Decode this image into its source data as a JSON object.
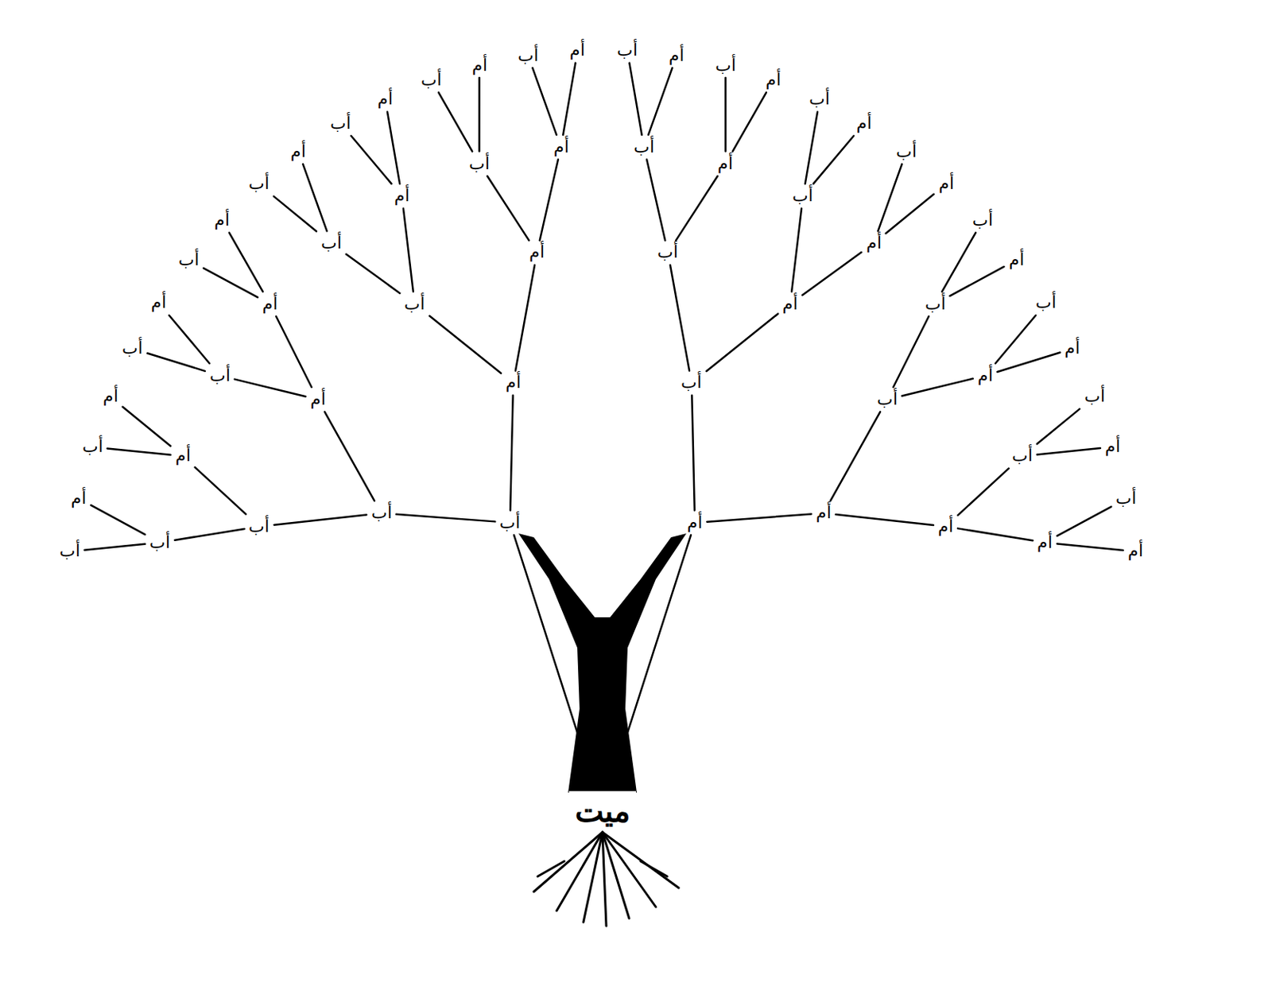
{
  "diagram": {
    "nodes": [
      {
        "text": [
          "ميت"
        ]
      },
      {
        "text": [
          "أب"
        ]
      },
      {
        "text": [
          "أم"
        ]
      },
      {
        "text": [
          "أب"
        ]
      },
      {
        "text": [
          "أم"
        ]
      },
      {
        "text": [
          "أب"
        ]
      },
      {
        "text": [
          "أم"
        ]
      },
      {
        "text": [
          "أب"
        ]
      },
      {
        "text": [
          "أم"
        ]
      },
      {
        "text": [
          "أب"
        ]
      },
      {
        "text": [
          "أم"
        ]
      },
      {
        "text": [
          "أب"
        ]
      },
      {
        "text": [
          "أم"
        ]
      },
      {
        "text": [
          "أب"
        ]
      },
      {
        "text": [
          "أم"
        ]
      },
      {
        "text": [
          "أب"
        ]
      },
      {
        "text": [
          "أم"
        ]
      },
      {
        "text": [
          "أب"
        ]
      },
      {
        "text": [
          "أم"
        ]
      },
      {
        "text": [
          "أب"
        ]
      },
      {
        "text": [
          "أم"
        ]
      },
      {
        "text": [
          "أب"
        ]
      },
      {
        "text": [
          "أم"
        ]
      },
      {
        "text": [
          "أب"
        ]
      },
      {
        "text": [
          "أم"
        ]
      },
      {
        "text": [
          "أب"
        ]
      },
      {
        "text": [
          "أم"
        ]
      },
      {
        "text": [
          "أب"
        ]
      },
      {
        "text": [
          "أم"
        ]
      },
      {
        "text": [
          "أب"
        ]
      },
      {
        "text": [
          "أم"
        ]
      },
      {
        "text": [
          "أب"
        ]
      },
      {
        "text": [
          "أم"
        ]
      },
      {
        "text": [
          "أب"
        ]
      },
      {
        "text": [
          "أم"
        ]
      },
      {
        "text": [
          "أب"
        ]
      },
      {
        "text": [
          "أم"
        ]
      },
      {
        "text": [
          "أب"
        ]
      },
      {
        "text": [
          "أم"
        ]
      },
      {
        "text": [
          "أب"
        ]
      },
      {
        "text": [
          "أم"
        ]
      },
      {
        "text": [
          "أب"
        ]
      },
      {
        "text": [
          "أم"
        ]
      },
      {
        "text": [
          "أب"
        ]
      },
      {
        "text": [
          "أم"
        ]
      },
      {
        "text": [
          "أب"
        ]
      },
      {
        "text": [
          "أم"
        ]
      },
      {
        "text": [
          "أب"
        ]
      },
      {
        "text": [
          "أم"
        ]
      },
      {
        "text": [
          "أب"
        ]
      },
      {
        "text": [
          "أم"
        ]
      },
      {
        "text": [
          "أب"
        ]
      },
      {
        "text": [
          "أم"
        ]
      },
      {
        "text": [
          "أب"
        ]
      },
      {
        "text": [
          "أم"
        ]
      },
      {
        "text": [
          "أب"
        ]
      },
      {
        "text": [
          "أم"
        ]
      },
      {
        "text": [
          "أب"
        ]
      },
      {
        "text": [
          "أم"
        ]
      },
      {
        "text": [
          "أب"
        ]
      },
      {
        "text": [
          "أم"
        ]
      },
      {
        "text": [
          "أب"
        ]
      },
      {
        "text": [
          "أم"
        ]
      }
    ],
    "edges": [
      {
        "from": 0,
        "to": 1,
        "arrow": "none"
      },
      {
        "from": 0,
        "to": 2,
        "arrow": "none"
      },
      {
        "from": 1,
        "to": 3,
        "arrow": "none"
      },
      {
        "from": 1,
        "to": 4,
        "arrow": "none"
      },
      {
        "from": 2,
        "to": 5,
        "arrow": "none"
      },
      {
        "from": 2,
        "to": 6,
        "arrow": "none"
      },
      {
        "from": 3,
        "to": 7,
        "arrow": "none"
      },
      {
        "from": 3,
        "to": 8,
        "arrow": "none"
      },
      {
        "from": 4,
        "to": 9,
        "arrow": "none"
      },
      {
        "from": 4,
        "to": 10,
        "arrow": "none"
      },
      {
        "from": 5,
        "to": 11,
        "arrow": "none"
      },
      {
        "from": 5,
        "to": 12,
        "arrow": "none"
      },
      {
        "from": 6,
        "to": 13,
        "arrow": "none"
      },
      {
        "from": 6,
        "to": 14,
        "arrow": "none"
      },
      {
        "from": 7,
        "to": 15,
        "arrow": "none"
      },
      {
        "from": 7,
        "to": 16,
        "arrow": "none"
      },
      {
        "from": 8,
        "to": 17,
        "arrow": "none"
      },
      {
        "from": 8,
        "to": 18,
        "arrow": "none"
      },
      {
        "from": 9,
        "to": 19,
        "arrow": "none"
      },
      {
        "from": 9,
        "to": 20,
        "arrow": "none"
      },
      {
        "from": 10,
        "to": 21,
        "arrow": "none"
      },
      {
        "from": 10,
        "to": 22,
        "arrow": "none"
      },
      {
        "from": 11,
        "to": 23,
        "arrow": "none"
      },
      {
        "from": 11,
        "to": 24,
        "arrow": "none"
      },
      {
        "from": 12,
        "to": 25,
        "arrow": "none"
      },
      {
        "from": 12,
        "to": 26,
        "arrow": "none"
      },
      {
        "from": 13,
        "to": 27,
        "arrow": "none"
      },
      {
        "from": 13,
        "to": 28,
        "arrow": "none"
      },
      {
        "from": 14,
        "to": 29,
        "arrow": "none"
      },
      {
        "from": 14,
        "to": 30,
        "arrow": "none"
      },
      {
        "from": 15,
        "to": 31,
        "arrow": "none"
      },
      {
        "from": 15,
        "to": 32,
        "arrow": "none"
      },
      {
        "from": 16,
        "to": 33,
        "arrow": "none"
      },
      {
        "from": 16,
        "to": 34,
        "arrow": "none"
      },
      {
        "from": 17,
        "to": 35,
        "arrow": "none"
      },
      {
        "from": 17,
        "to": 36,
        "arrow": "none"
      },
      {
        "from": 18,
        "to": 37,
        "arrow": "none"
      },
      {
        "from": 18,
        "to": 38,
        "arrow": "none"
      },
      {
        "from": 19,
        "to": 39,
        "arrow": "none"
      },
      {
        "from": 19,
        "to": 40,
        "arrow": "none"
      },
      {
        "from": 20,
        "to": 41,
        "arrow": "none"
      },
      {
        "from": 20,
        "to": 42,
        "arrow": "none"
      },
      {
        "from": 21,
        "to": 43,
        "arrow": "none"
      },
      {
        "from": 21,
        "to": 44,
        "arrow": "none"
      },
      {
        "from": 22,
        "to": 45,
        "arrow": "none"
      },
      {
        "from": 22,
        "to": 46,
        "arrow": "none"
      },
      {
        "from": 23,
        "to": 47,
        "arrow": "none"
      },
      {
        "from": 23,
        "to": 48,
        "arrow": "none"
      },
      {
        "from": 24,
        "to": 49,
        "arrow": "none"
      },
      {
        "from": 24,
        "to": 50,
        "arrow": "none"
      },
      {
        "from": 25,
        "to": 51,
        "arrow": "none"
      },
      {
        "from": 25,
        "to": 52,
        "arrow": "none"
      },
      {
        "from": 26,
        "to": 53,
        "arrow": "none"
      },
      {
        "from": 26,
        "to": 54,
        "arrow": "none"
      },
      {
        "from": 27,
        "to": 55,
        "arrow": "none"
      },
      {
        "from": 27,
        "to": 56,
        "arrow": "none"
      },
      {
        "from": 28,
        "to": 57,
        "arrow": "none"
      },
      {
        "from": 28,
        "to": 58,
        "arrow": "none"
      },
      {
        "from": 29,
        "to": 59,
        "arrow": "none"
      },
      {
        "from": 29,
        "to": 60,
        "arrow": "none"
      },
      {
        "from": 30,
        "to": 61,
        "arrow": "none"
      },
      {
        "from": 30,
        "to": 62,
        "arrow": "none"
      }
    ]
  }
}
